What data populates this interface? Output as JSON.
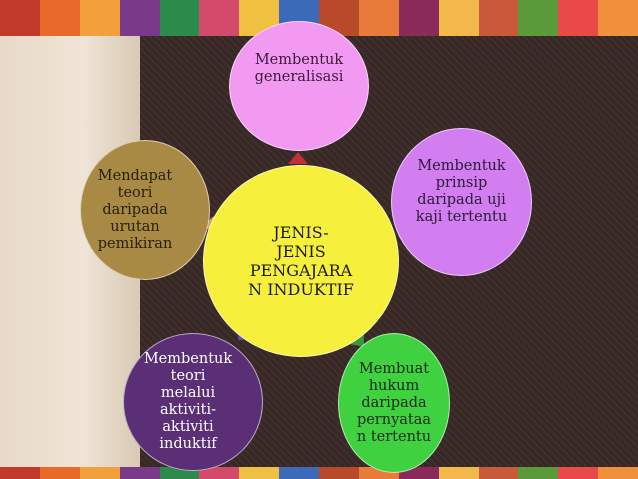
{
  "diagram": {
    "center": {
      "label": "JENIS-\nJENIS\nPENGAJARA\nN INDUKTIF",
      "color": "#f6ef3c"
    },
    "nodes": [
      {
        "id": "top",
        "label": "Membentuk\ngeneralisasi",
        "color": "#f29af2"
      },
      {
        "id": "right",
        "label": "Membentuk\nprinsip\ndaripada uji\nkaji tertentu",
        "color": "#d27ef0"
      },
      {
        "id": "bottom-right",
        "label": "Membuat\nhukum\ndaripada\npernyataa\nn tertentu",
        "color": "#3fd13f"
      },
      {
        "id": "bottom-left",
        "label": "Membentuk\nteori\nmelalui\naktiviti-\naktiviti\ninduktif",
        "color": "#5a2f76"
      },
      {
        "id": "left",
        "label": "Mendapat\nteori\ndaripada\nurutan\npemikiran",
        "color": "#a88a44"
      }
    ],
    "arrow_colors": [
      "#c0303c",
      "#2aa8d8",
      "#3a9a3a",
      "#6a4a9a",
      "#c8a860"
    ]
  },
  "strip_colors": [
    "#c0392b",
    "#e8692a",
    "#f2a03a",
    "#7a3a8a",
    "#2c8a4a",
    "#d44a6a",
    "#f0c040",
    "#3a6ab8",
    "#b84a2a",
    "#e87a3a",
    "#8a2a5a",
    "#f2b84a",
    "#c85a3a",
    "#5a9a3a",
    "#e84a4a",
    "#f0903a"
  ]
}
